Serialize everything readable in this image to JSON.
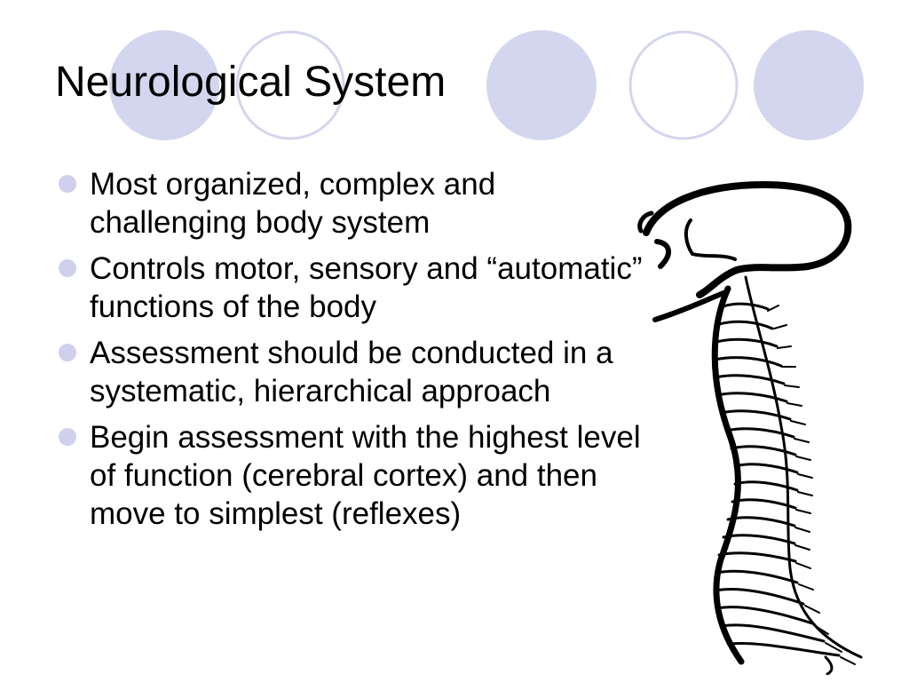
{
  "slide": {
    "title": "Neurological System",
    "bullets": [
      "Most organized, complex and challenging body system",
      "Controls motor, sensory and “automatic” functions of the body",
      "Assessment should be conducted in a systematic, hierarchical approach",
      "Begin assessment with the highest level of function (cerebral cortex) and then move to simplest (reflexes)"
    ]
  },
  "colors": {
    "circle_fill": "#d4d5ee",
    "circle_outline": "#d4d5ee",
    "bullet": "#cfd0ec",
    "text": "#000000",
    "background": "#ffffff"
  },
  "icons": {
    "bullet": "filled-circle",
    "illustration": "spine-skull-icon"
  }
}
